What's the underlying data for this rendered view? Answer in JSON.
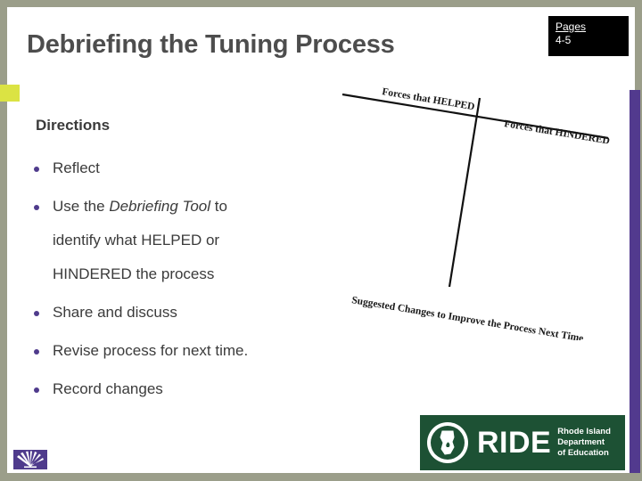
{
  "slide": {
    "title": "Debriefing the Tuning Process",
    "page_badge": {
      "label": "Pages",
      "numbers": "4-5"
    },
    "section_heading": "Directions",
    "bullets": [
      {
        "text": "Reflect"
      },
      {
        "text_before": "Use the ",
        "emphasis": "Debriefing Tool",
        "text_after": " to",
        "line2": "identify what HELPED or",
        "line3": "HINDERED the process"
      },
      {
        "text": "Share and discuss"
      },
      {
        "text": "Revise process for next time."
      },
      {
        "text": "Record changes"
      }
    ]
  },
  "diagram": {
    "label_helped": "Forces that HELPED",
    "label_hindered": "Forces that HINDERED",
    "label_suggested": "Suggested Changes to Improve the Process Next Time"
  },
  "logo": {
    "acronym": "RIDE",
    "line1": "Rhode Island",
    "line2": "Department",
    "line3": "of Education"
  },
  "colors": {
    "frame": "#9b9e8a",
    "accent_lime": "#dbe343",
    "accent_purple": "#4f3b8c",
    "bar_purple": "#523a8e",
    "badge_bg": "#000000",
    "logo_green": "#1d5134",
    "title_gray": "#4d4d4d",
    "body_gray": "#3b3b3b"
  }
}
